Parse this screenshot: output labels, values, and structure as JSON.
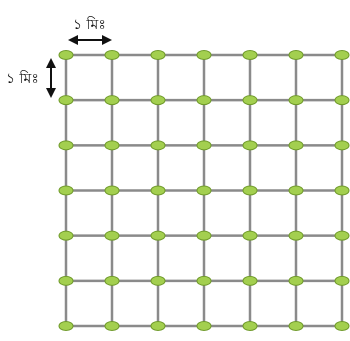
{
  "diagram": {
    "grid": {
      "columns": 7,
      "rows": 7,
      "line_color": "#8a8a8a",
      "node_fill": "#a3cf4f",
      "node_stroke": "#6f9a2a"
    },
    "scale_horizontal_label": "১ মিঃ",
    "scale_vertical_label": "১ মিঃ",
    "arrow_color": "#111111"
  }
}
